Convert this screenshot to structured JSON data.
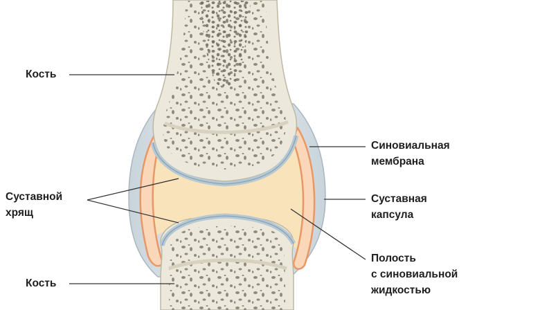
{
  "labels": {
    "bone_top": "Кость",
    "bone_bottom": "Кость",
    "cartilage_line1": "Суставной",
    "cartilage_line2": "хрящ",
    "synovial_membrane_line1": "Синовиальная",
    "synovial_membrane_line2": "мембрана",
    "capsule_line1": "Суставная",
    "capsule_line2": "капсула",
    "cavity_line1": "Полость",
    "cavity_line2": "с синовиальной",
    "cavity_line3": "жидкостью"
  },
  "colors": {
    "bone_fill": "#ece9dc",
    "bone_outline": "#bdb8a4",
    "spongy_bone": "#8f8a7c",
    "cartilage": "#b6c8d3",
    "synovial_fluid": "#f8e3ba",
    "synovial_membrane": "#e89866",
    "capsule": "#dde5ea",
    "leader_line": "#333333"
  }
}
